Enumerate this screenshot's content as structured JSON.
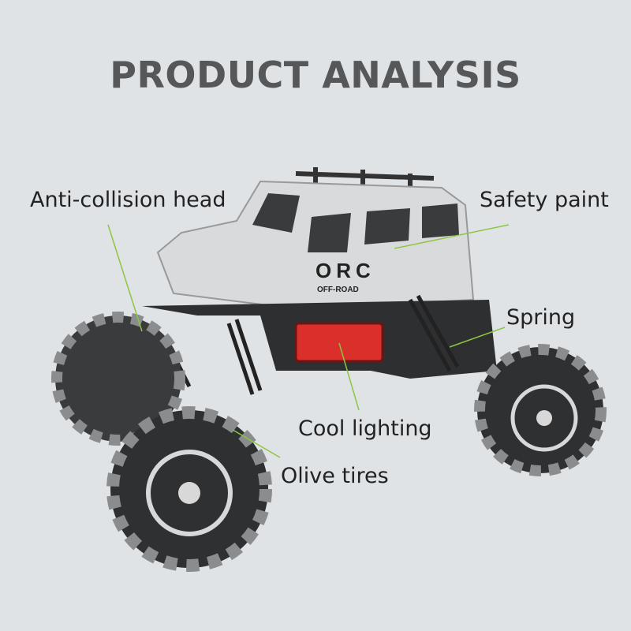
{
  "title": "PRODUCT ANALYSIS",
  "callouts": {
    "anti_collision": "Anti-collision head",
    "safety_paint": "Safety paint",
    "spring": "Spring",
    "cool_lighting": "Cool lighting",
    "olive_tires": "Olive tires"
  },
  "car_logo": {
    "main": "ORC",
    "sub": "OFF-ROAD"
  },
  "colors": {
    "background": "#e0e3e6",
    "title": "#555759",
    "callout_line": "#8cc63f",
    "body": "#d9dadb",
    "chassis": "#2e2f31",
    "light": "#d9302c"
  }
}
